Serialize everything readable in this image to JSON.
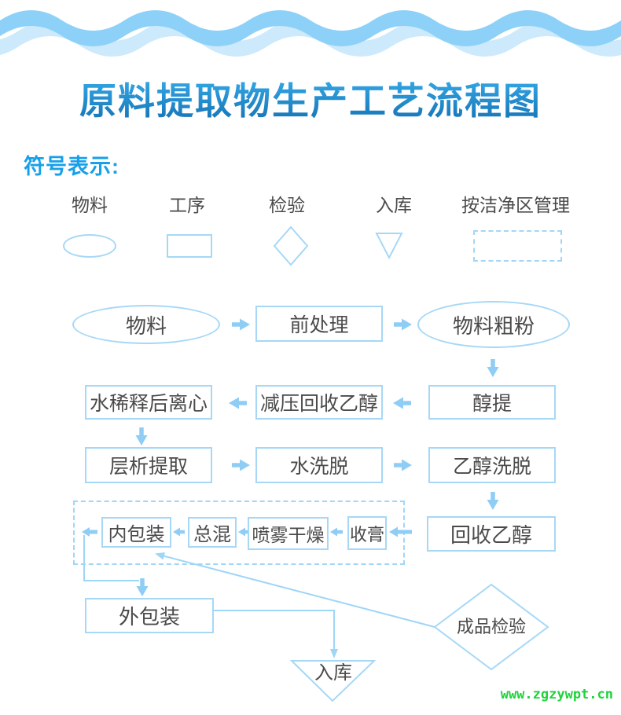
{
  "header": {
    "title": "原料提取物生产工艺流程图"
  },
  "legend": {
    "heading": "符号表示:",
    "items": [
      {
        "label": "物料",
        "shape": "ellipse"
      },
      {
        "label": "工序",
        "shape": "rect"
      },
      {
        "label": "检验",
        "shape": "diamond"
      },
      {
        "label": "入库",
        "shape": "triangle-down"
      },
      {
        "label": "按洁净区管理",
        "shape": "dashed-rect"
      }
    ]
  },
  "flow": {
    "material": {
      "label": "物料",
      "shape": "ellipse"
    },
    "pretreatment": {
      "label": "前处理",
      "shape": "rect"
    },
    "coarse_powder": {
      "label": "物料粗粉",
      "shape": "ellipse"
    },
    "ethanol_extraction": {
      "label": "醇提",
      "shape": "rect"
    },
    "vacuum_ethanol_recovery": {
      "label": "减压回收乙醇",
      "shape": "rect"
    },
    "water_dilution_centrifugation": {
      "label": "水稀释后离心",
      "shape": "rect"
    },
    "chromatography_extraction": {
      "label": "层析提取",
      "shape": "rect"
    },
    "water_elution": {
      "label": "水洗脱",
      "shape": "rect"
    },
    "ethanol_elution": {
      "label": "乙醇洗脱",
      "shape": "rect"
    },
    "ethanol_recovery": {
      "label": "回收乙醇",
      "shape": "rect"
    },
    "paste_collection": {
      "label": "收膏",
      "shape": "rect"
    },
    "spray_drying": {
      "label": "喷雾干燥",
      "shape": "rect"
    },
    "total_mixing": {
      "label": "总混",
      "shape": "rect"
    },
    "inner_packaging": {
      "label": "内包装",
      "shape": "rect"
    },
    "outer_packaging": {
      "label": "外包装",
      "shape": "rect"
    },
    "product_inspection": {
      "label": "成品检验",
      "shape": "diamond"
    },
    "warehousing": {
      "label": "入库",
      "shape": "triangle-down"
    },
    "clean_zone_contains": [
      "内包装",
      "总混",
      "喷雾干燥",
      "收膏"
    ]
  },
  "watermark": {
    "text": "www.zgzywpt.cn"
  },
  "colors": {
    "accent_blue": "#17a0e9",
    "title_gradient_top": "#3ab1ef",
    "title_gradient_bottom": "#1470b2",
    "shape_border": "#a6d8f6",
    "dashed_border": "#a2d6f6",
    "arrow_fill": "#8fcdf5",
    "line_stroke": "#9ed6f7",
    "node_text": "#4a4a4a",
    "wave_front": "#8ed1f8",
    "wave_back": "#cdeafc",
    "watermark_green": "#1fd23c"
  }
}
